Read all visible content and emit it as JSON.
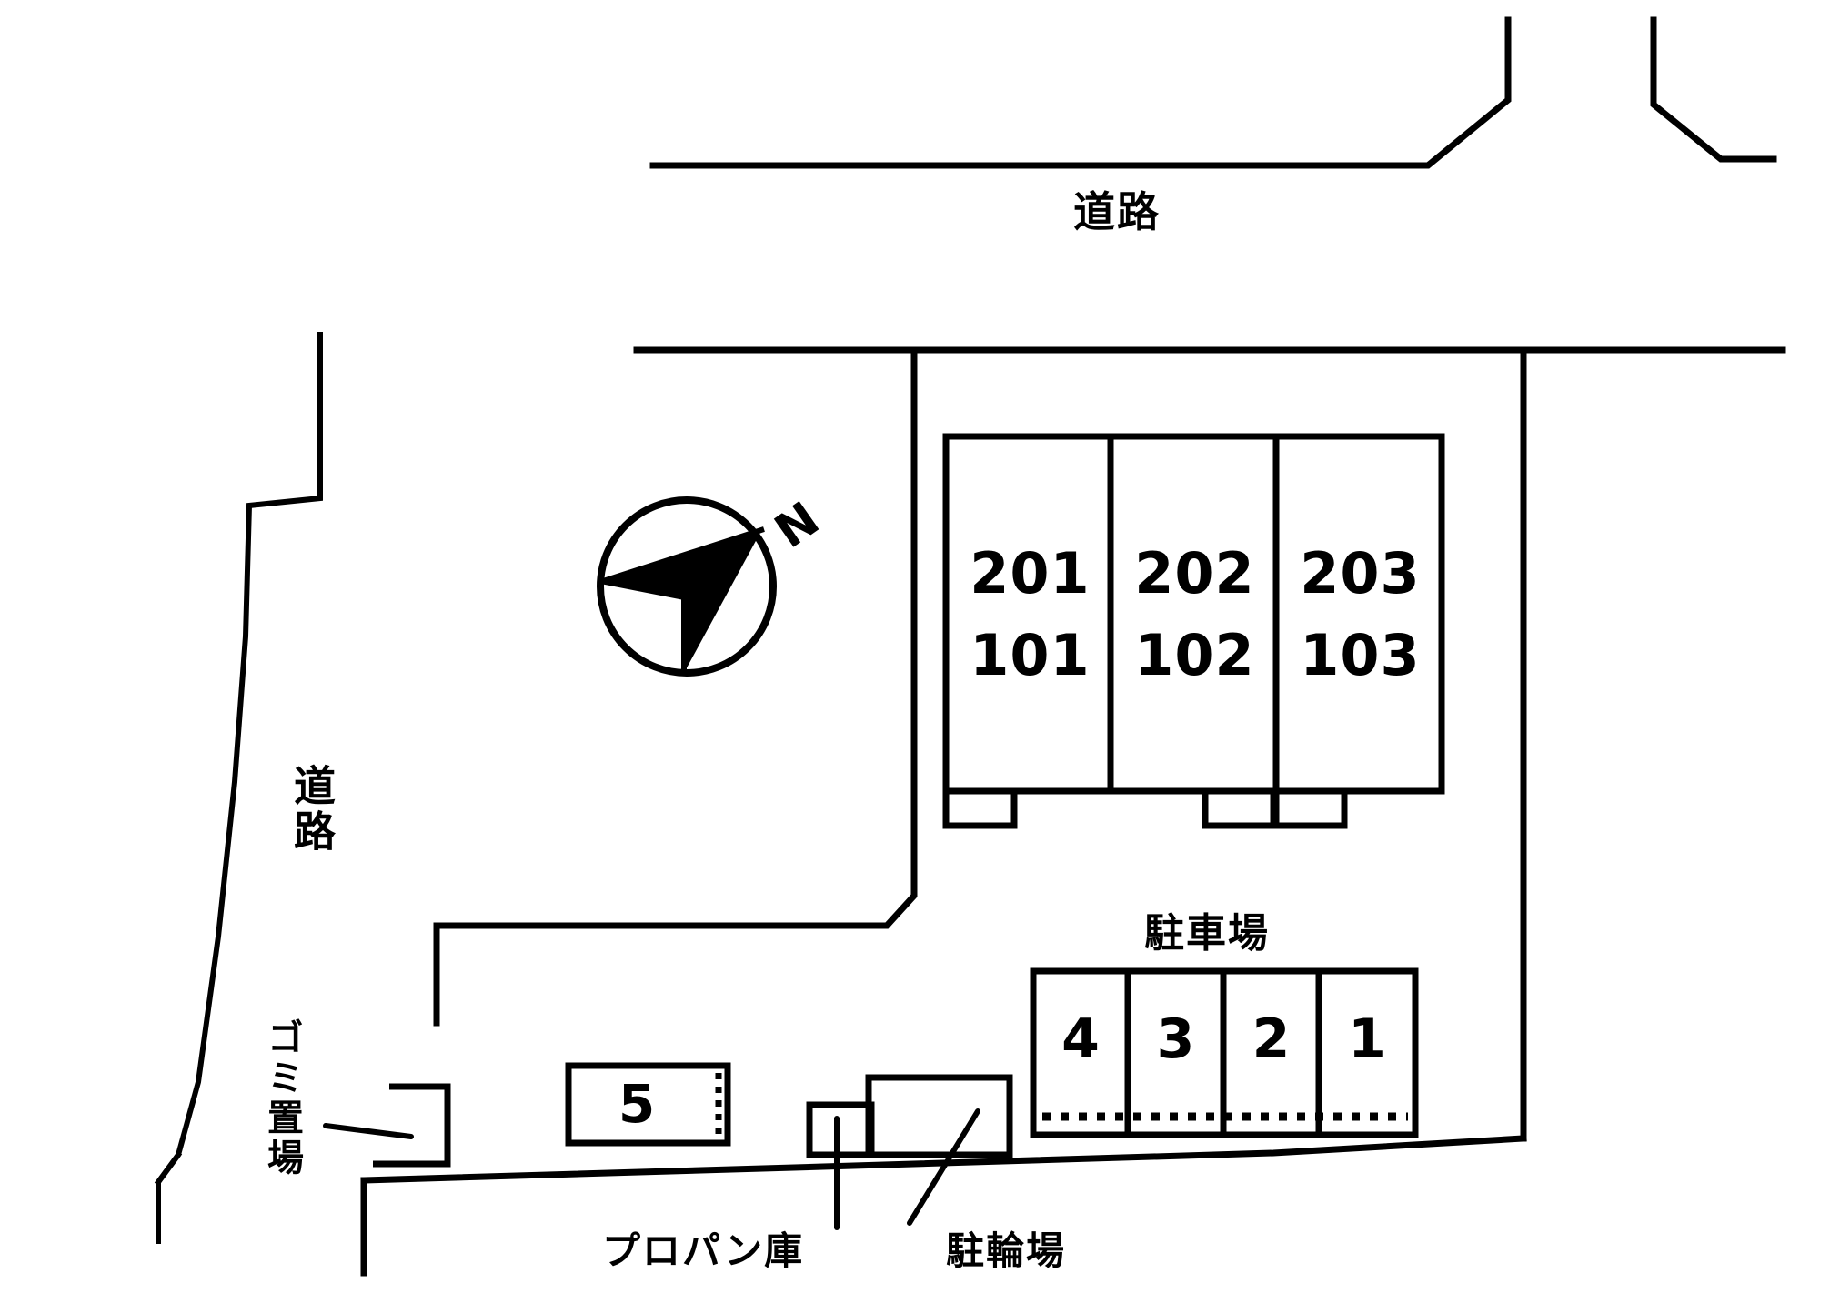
{
  "plan": {
    "title_hidden": "",
    "line_color": "#000000",
    "background_color": "#ffffff"
  },
  "roads": {
    "top_label": "道路",
    "left_label": "道路"
  },
  "compass": {
    "north_letter": "N"
  },
  "building": {
    "units": [
      {
        "upper": "201",
        "lower": "101"
      },
      {
        "upper": "202",
        "lower": "102"
      },
      {
        "upper": "203",
        "lower": "103"
      }
    ]
  },
  "parking": {
    "title": "駐車場",
    "spaces": [
      "4",
      "3",
      "2",
      "1"
    ],
    "detached_space": "5"
  },
  "facilities": {
    "garbage": "ゴミ置場",
    "propane": "プロパン庫",
    "bicycle": "駐輪場"
  }
}
